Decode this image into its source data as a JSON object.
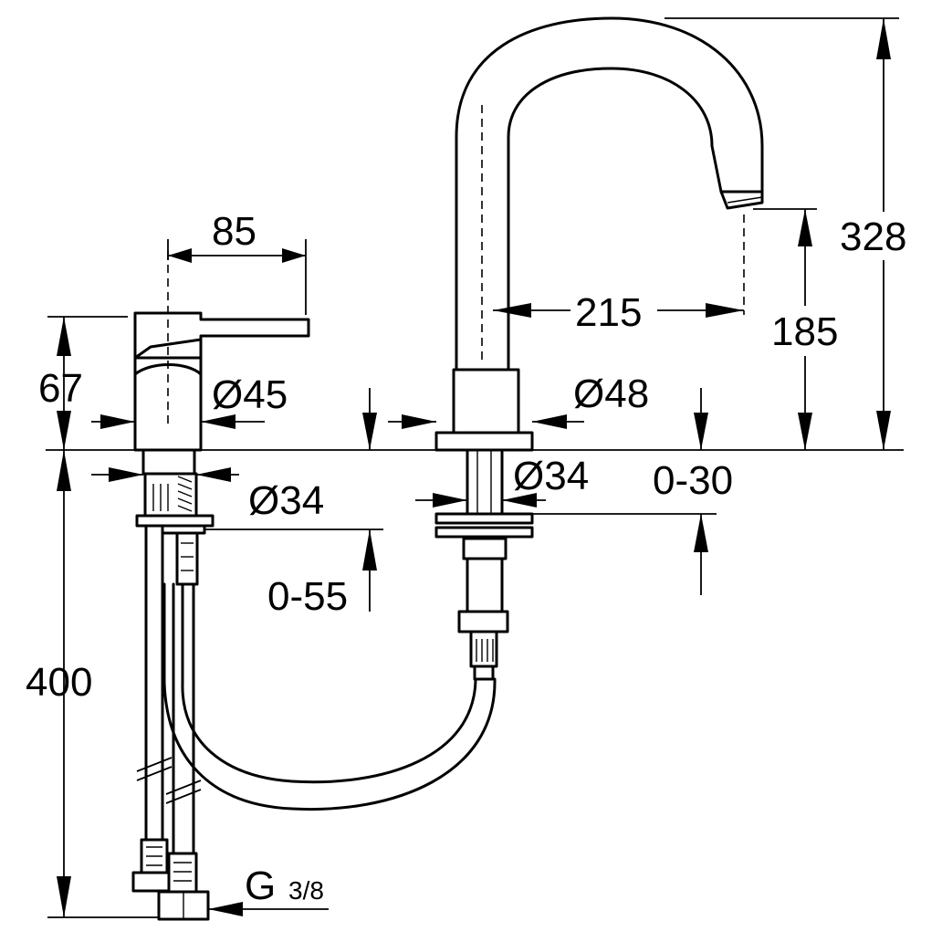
{
  "dimensions": {
    "mixer_handle_length": "85",
    "mixer_height": "67",
    "mixer_body_diameter": "Ø45",
    "mixer_shank_diameter": "Ø34",
    "mixer_deck_thickness": "0-55",
    "hose_length": "400",
    "spout_base_diameter": "Ø48",
    "spout_shank_diameter": "Ø34",
    "spout_deck_thickness": "0-30",
    "spout_projection": "215",
    "spout_outlet_height": "185",
    "spout_total_height": "328",
    "connection_thread": "G",
    "connection_thread_size": "3/8"
  }
}
